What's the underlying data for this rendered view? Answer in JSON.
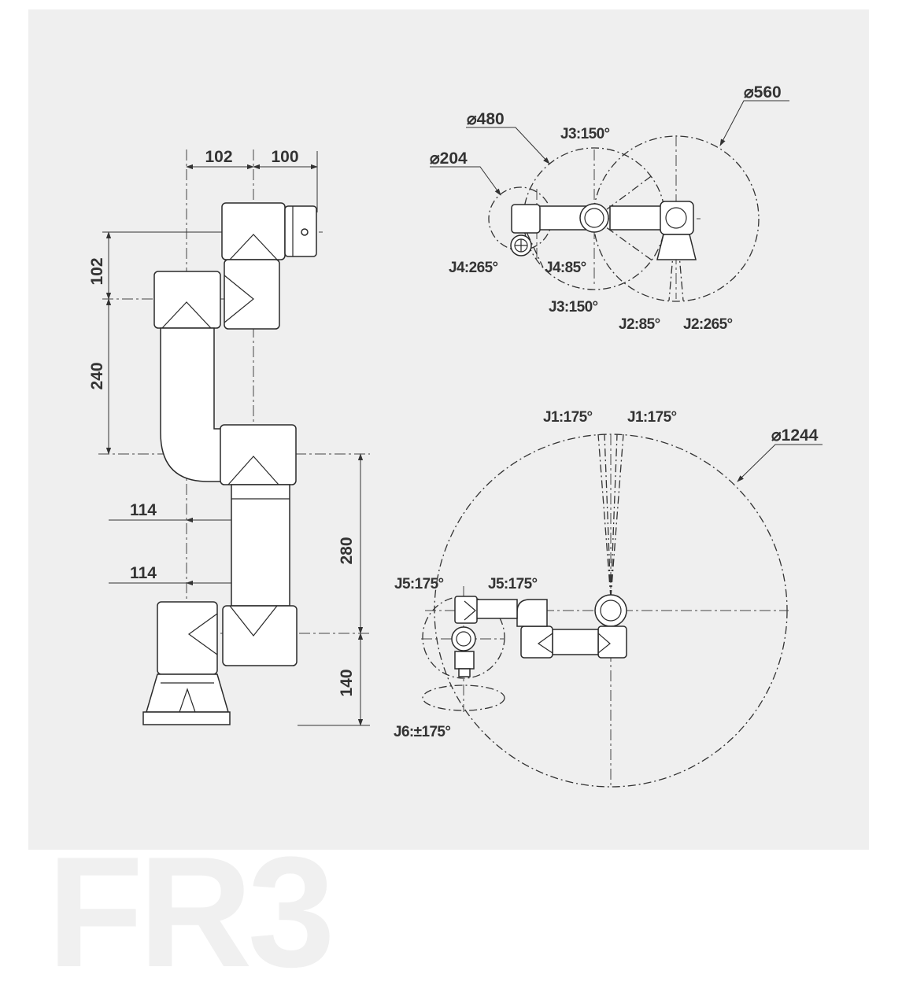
{
  "model": "FR3",
  "colors": {
    "panel": "#efefef",
    "line": "#2a2a2a",
    "text": "#333333",
    "watermark": "#f0f0f0"
  },
  "side_view": {
    "dims": {
      "w102": "102",
      "w100": "100",
      "h102": "102",
      "h240": "240",
      "o114a": "114",
      "o114b": "114",
      "h280": "280",
      "h140": "140"
    }
  },
  "top_view": {
    "d560": "560",
    "d480": "480",
    "d204": "204",
    "j3_upper": "J3:150°",
    "j3_lower": "J3:150°",
    "j4_265": "J4:265°",
    "j4_85": "J4:85°",
    "j2_85": "J2:85°",
    "j2_265": "J2:265°"
  },
  "base_view": {
    "j1_left": "J1:175°",
    "j1_right": "J1:175°",
    "d1244": "1244",
    "j5_left": "J5:175°",
    "j5_right": "J5:175°",
    "j6": "J6:±175°"
  }
}
